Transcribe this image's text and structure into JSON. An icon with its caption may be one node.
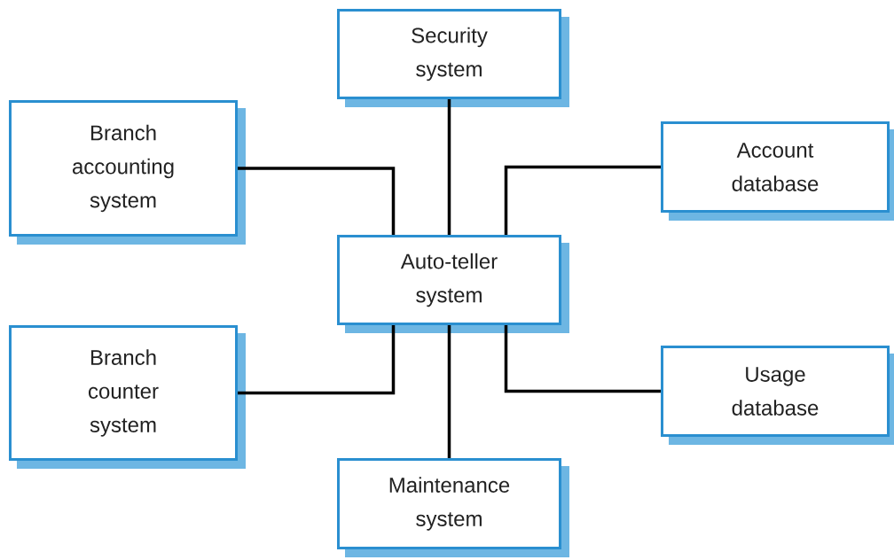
{
  "diagram": {
    "nodes": [
      {
        "text": [
          "Security system"
        ]
      },
      {
        "text": [
          "Branch accounting system"
        ]
      },
      {
        "text": [
          "Account database"
        ]
      },
      {
        "text": [
          "Auto-teller system"
        ]
      },
      {
        "text": [
          "Branch counter system"
        ]
      },
      {
        "text": [
          "Usage database"
        ]
      },
      {
        "text": [
          "Maintenance system"
        ]
      }
    ],
    "edges": [
      {
        "from": 0,
        "to": 3,
        "arrow": "none"
      },
      {
        "from": 1,
        "to": 3,
        "arrow": "none"
      },
      {
        "from": 2,
        "to": 3,
        "arrow": "none"
      },
      {
        "from": 4,
        "to": 3,
        "arrow": "none"
      },
      {
        "from": 5,
        "to": 3,
        "arrow": "none"
      },
      {
        "from": 6,
        "to": 3,
        "arrow": "none"
      }
    ]
  }
}
